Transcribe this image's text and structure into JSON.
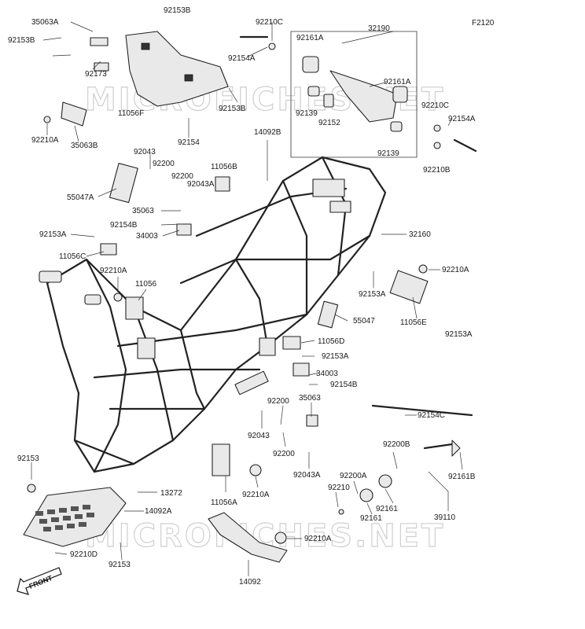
{
  "diagram": {
    "figure_code": "F2120",
    "watermark": "MICROFICHES.NET",
    "front_label": "FRONT",
    "callouts": [
      "35063A",
      "92153B",
      "92210C",
      "32190",
      "92153B",
      "92154A",
      "92161A",
      "92173",
      "92161A",
      "92210C",
      "92154A",
      "11056F",
      "92153B",
      "92139",
      "92152",
      "92210A",
      "35063B",
      "92154",
      "92139",
      "92210B",
      "14092B",
      "92043",
      "92200",
      "11056B",
      "92200",
      "92043A",
      "55047A",
      "35063",
      "92154B",
      "34003",
      "32160",
      "92153A",
      "11056C",
      "92210A",
      "11056",
      "92210A",
      "92153A",
      "11056E",
      "55047",
      "92153A",
      "11056D",
      "92153A",
      "34003",
      "92154B",
      "35063",
      "92200",
      "92154C",
      "92043",
      "92200B",
      "92200",
      "92153",
      "92043A",
      "13272",
      "92200A",
      "92161B",
      "92210",
      "14092A",
      "11056A",
      "92210A",
      "92161",
      "92161",
      "39110",
      "92210A",
      "92210D",
      "92153",
      "14092"
    ]
  }
}
